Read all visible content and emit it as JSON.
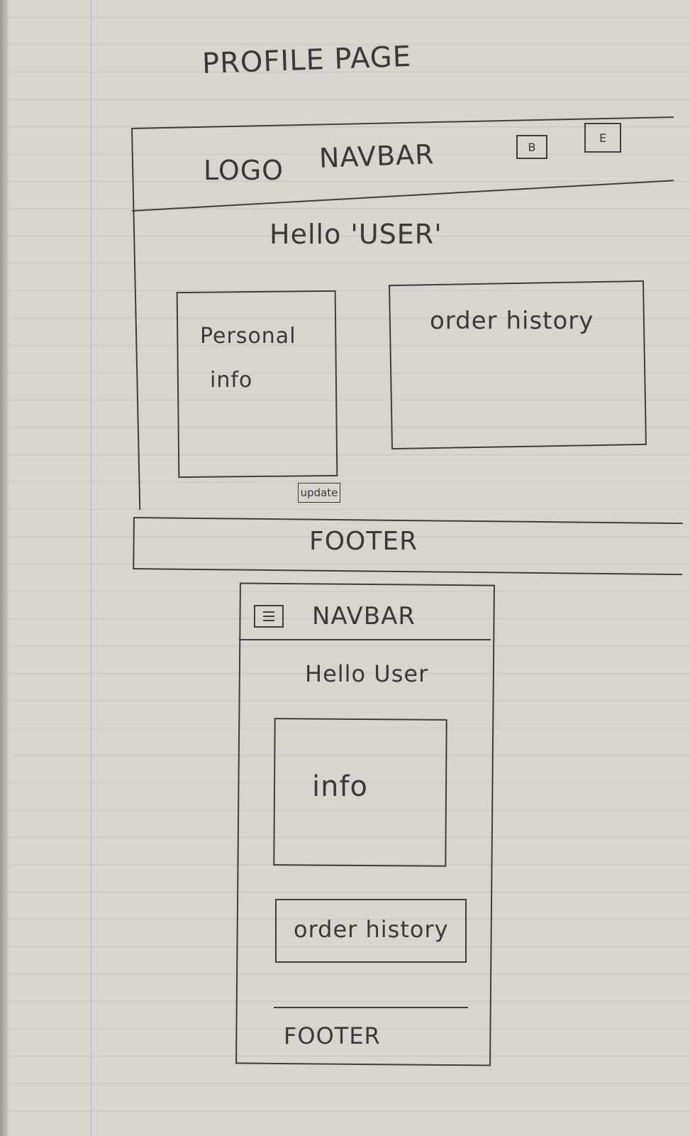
{
  "sketch": {
    "title": "PROFILE PAGE",
    "desktop": {
      "logo": "LOGO",
      "navbar": "NAVBAR",
      "icon_left": "B",
      "icon_right": "E",
      "greeting": "Hello 'USER'",
      "personal_info_line1": "Personal",
      "personal_info_line2": "info",
      "order_history": "order history",
      "update_button": "update",
      "footer": "FOOTER"
    },
    "mobile": {
      "navbar": "NAVBAR",
      "menu_icon": "hamburger-menu-icon",
      "greeting": "Hello User",
      "info": "info",
      "order_history": "order history",
      "footer": "FOOTER"
    }
  }
}
